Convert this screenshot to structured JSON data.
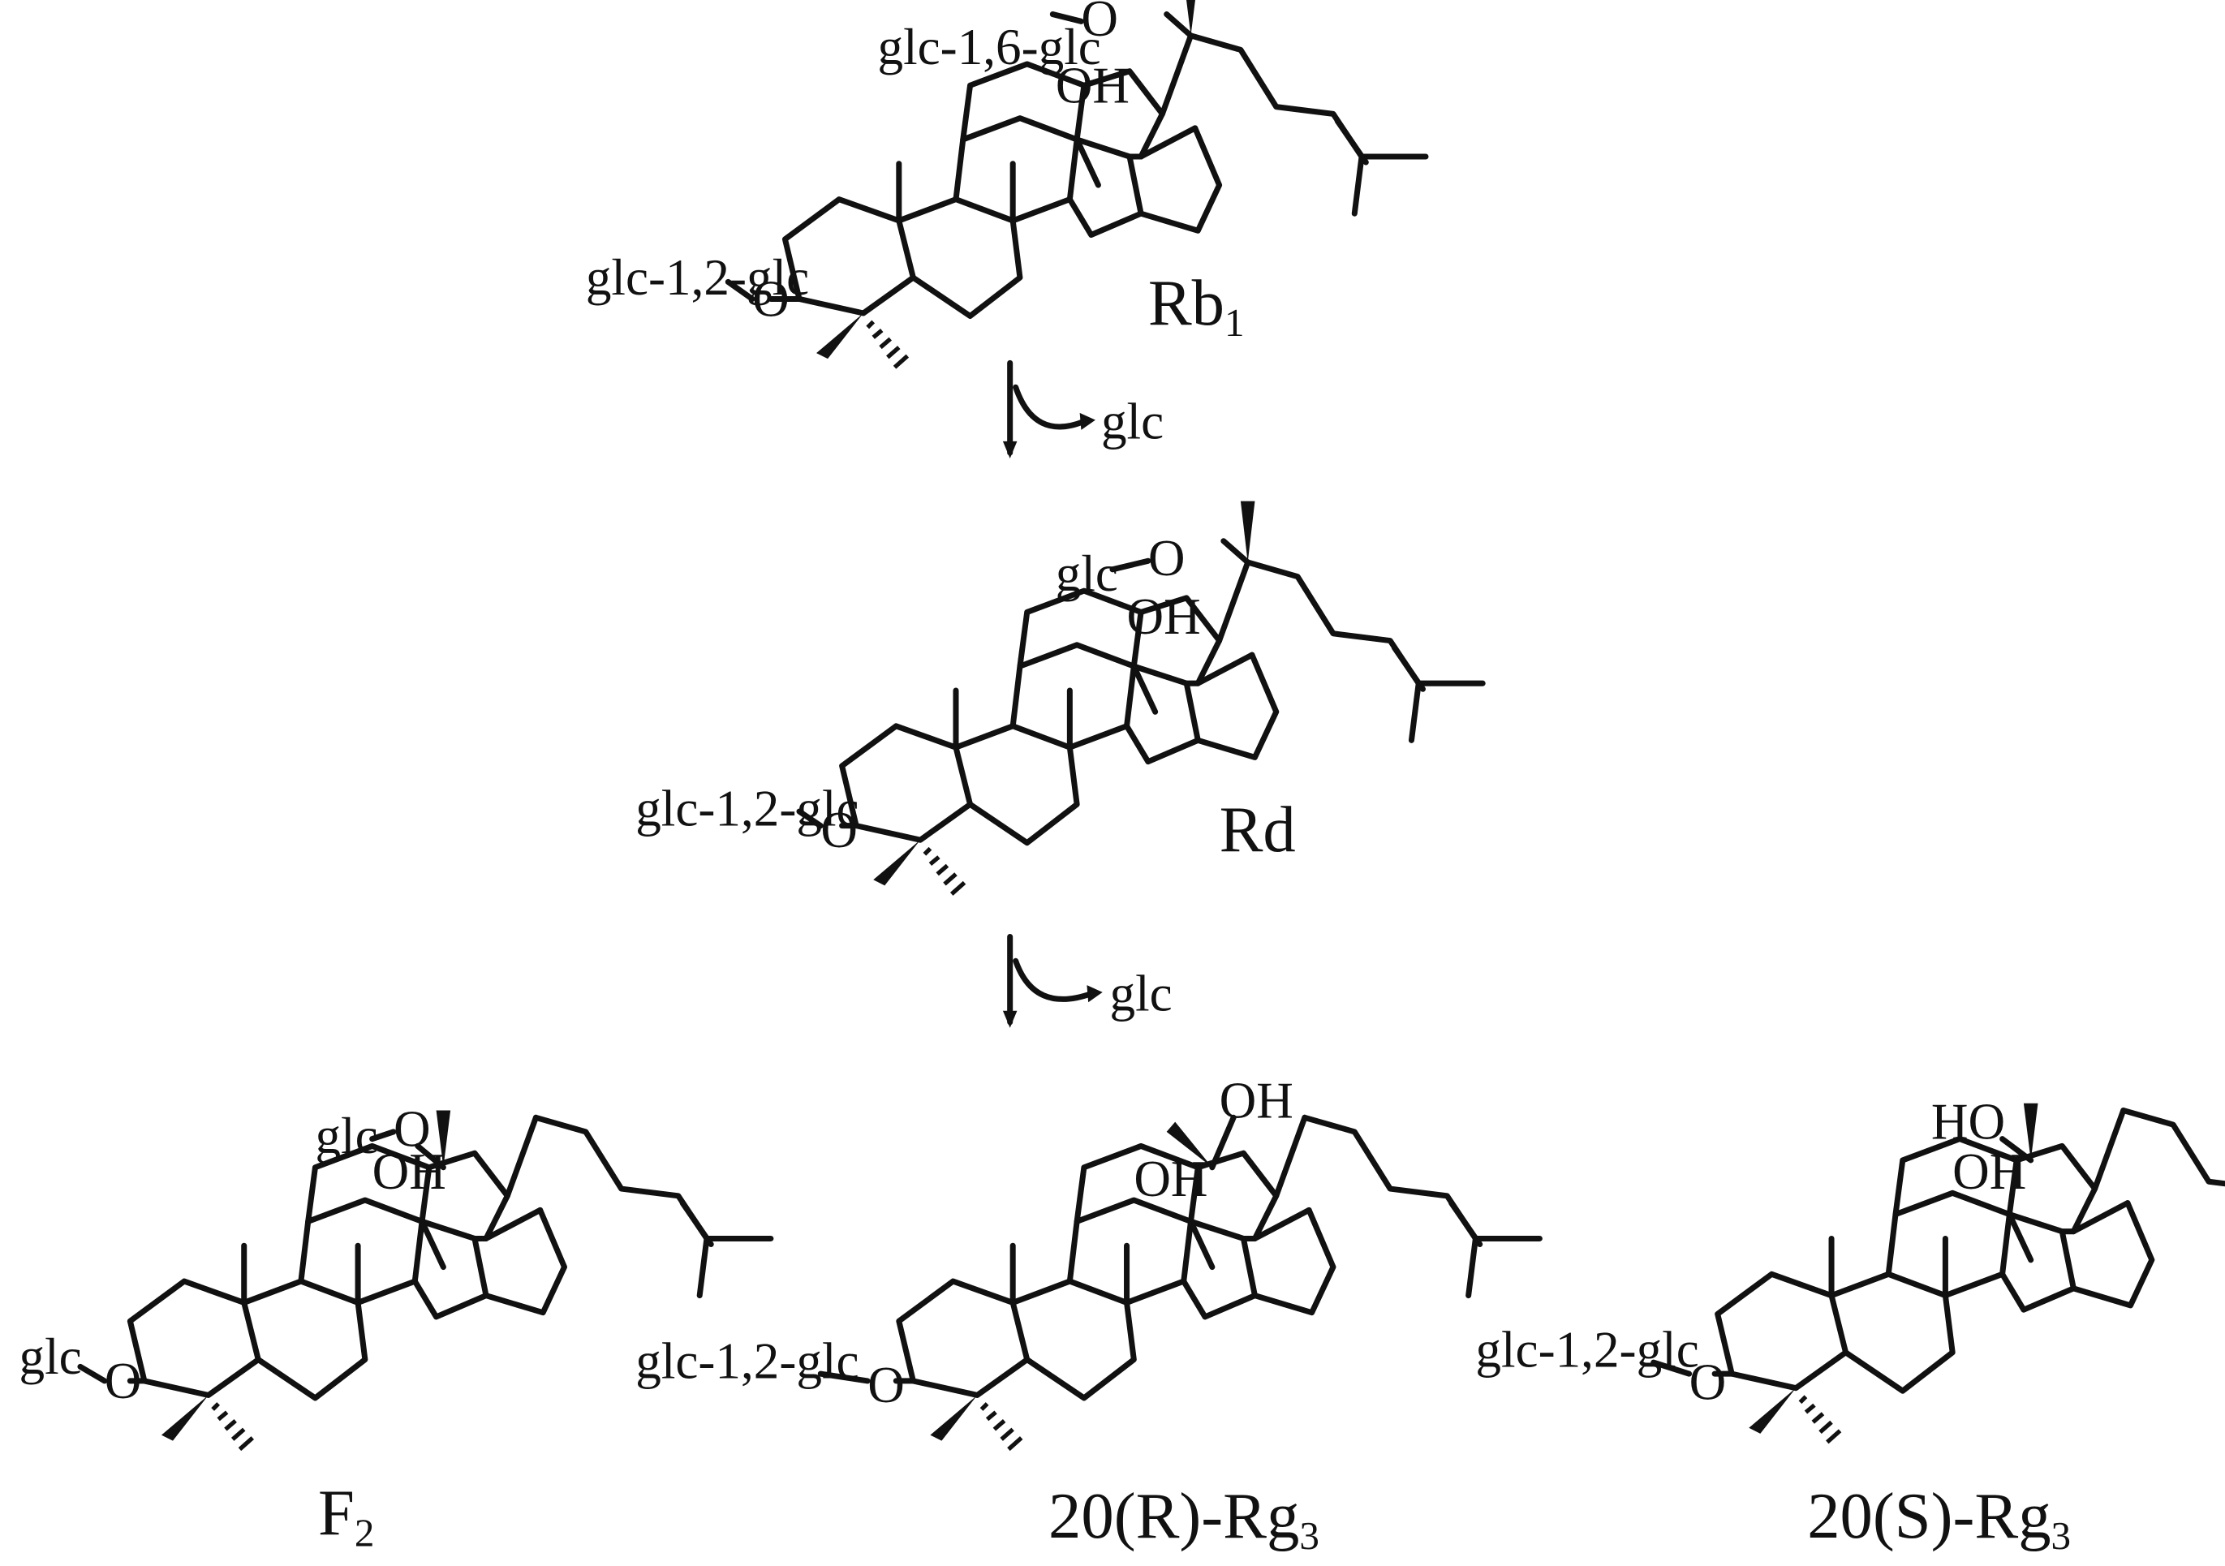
{
  "figure": {
    "reaction_steps": [
      {
        "byproduct": "glc"
      },
      {
        "byproduct": "glc"
      }
    ],
    "compounds": [
      {
        "id": "Rb1",
        "name": "Rb",
        "name_sub": "1",
        "c3_substituent": "glc-1,2-glc",
        "c20_label": "glc-1,6-glc",
        "c20_group": "O",
        "c12_oh": "OH",
        "c3_o": "O"
      },
      {
        "id": "Rd",
        "name": "Rd",
        "name_sub": "",
        "c3_substituent": "glc-1,2-glc",
        "c20_label": "glc",
        "c20_group": "O",
        "c12_oh": "OH",
        "c3_o": "O"
      },
      {
        "id": "F2",
        "name": "F",
        "name_sub": "2",
        "c3_substituent": "glc",
        "c20_label": "glc",
        "c20_group": "O",
        "c12_oh": "OH",
        "c3_o": "O"
      },
      {
        "id": "20R-Rg3",
        "name": "20(R)-Rg",
        "name_sub": "3",
        "c3_substituent": "glc-1,2-glc",
        "c20_label": "",
        "c20_group": "OH",
        "c12_oh": "OH",
        "c3_o": "O"
      },
      {
        "id": "20S-Rg3",
        "name": "20(S)-Rg",
        "name_sub": "3",
        "c3_substituent": "glc-1,2-glc",
        "c20_label": "",
        "c20_group": "HO",
        "c12_oh": "OH",
        "c3_o": "O"
      }
    ]
  }
}
